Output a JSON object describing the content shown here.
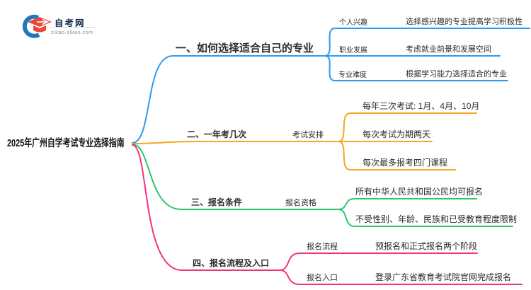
{
  "logo": {
    "site_name": "自考网",
    "site_url": "zikao-zikao.com"
  },
  "colors": {
    "blue": "#2E9BF2",
    "orange": "#F5A623",
    "green": "#2EC66D",
    "pink": "#F5317F",
    "text": "#2B2B2B",
    "title": "#111111",
    "logo-navy": "#16294D",
    "logo-red": "#E8473C",
    "logo-blue": "#2177B8",
    "logo-gray": "#8A96A3"
  },
  "root": {
    "title": "2025年广州自学考试专业选择指南"
  },
  "branches": [
    {
      "label": "一、如何选择适合自己的专业",
      "color": "blue",
      "children": [
        {
          "keyword": "个人兴趣",
          "detail": "选择感兴趣的专业提高学习积极性"
        },
        {
          "keyword": "职业发展",
          "detail": "考虑就业前景和发展空间"
        },
        {
          "keyword": "专业难度",
          "detail": "根据学习能力选择适合的专业"
        }
      ]
    },
    {
      "label": "二、一年考几次",
      "color": "orange",
      "children": [
        {
          "keyword": "考试安排",
          "details": [
            "每年三次考试: 1月、4月、10月",
            "每次考试为期两天",
            "每次最多报考四门课程"
          ]
        }
      ]
    },
    {
      "label": "三、报名条件",
      "color": "green",
      "children": [
        {
          "keyword": "报名资格",
          "details": [
            "所有中华人民共和国公民均可报名",
            "不受性别、年龄、民族和已受教育程度限制"
          ]
        }
      ]
    },
    {
      "label": "四、报名流程及入口",
      "color": "pink",
      "children": [
        {
          "keyword": "报名流程",
          "detail": "预报名和正式报名两个阶段"
        },
        {
          "keyword": "报名入口",
          "detail": "登录广东省教育考试院官网完成报名"
        }
      ]
    }
  ]
}
